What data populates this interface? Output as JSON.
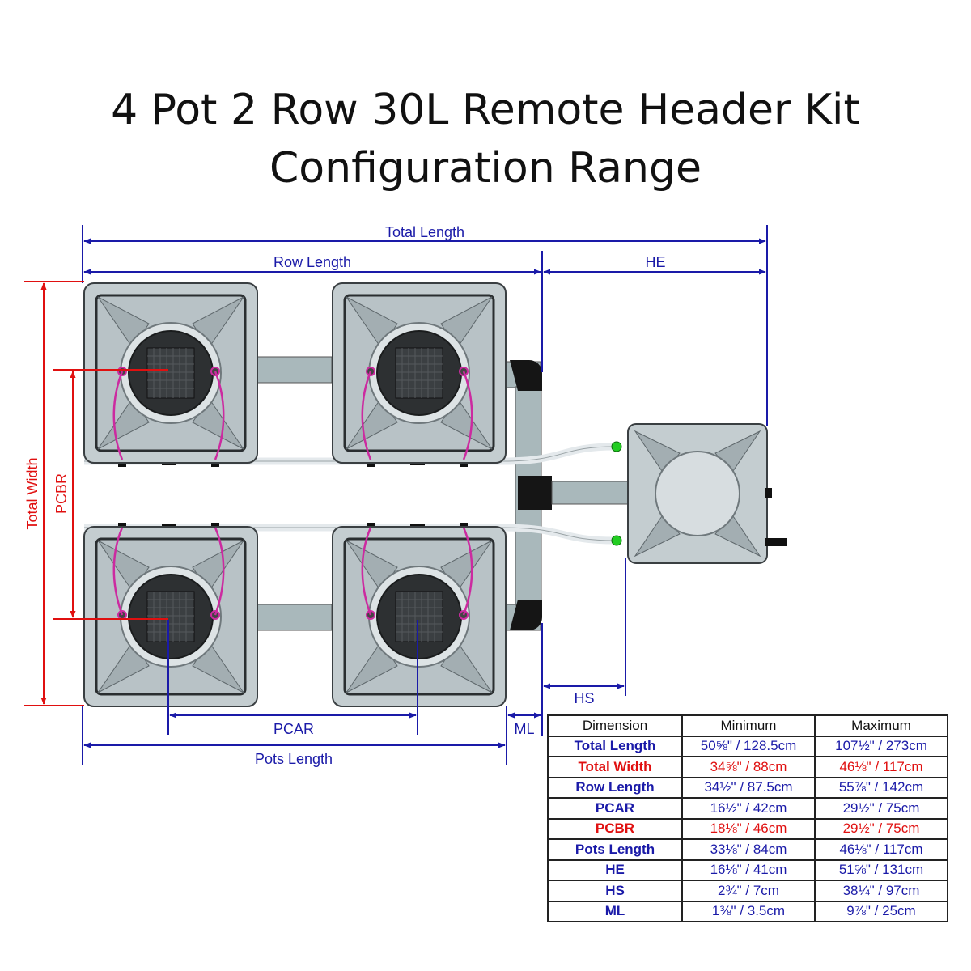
{
  "title": {
    "line1": "4 Pot 2 Row 30L Remote Header Kit",
    "line2": "Configuration Range"
  },
  "labels": {
    "total_length": "Total Length",
    "row_length": "Row Length",
    "he": "HE",
    "total_width": "Total Width",
    "pcbr": "PCBR",
    "hs": "HS",
    "pcar": "PCAR",
    "ml": "ML",
    "pots_length": "Pots Length"
  },
  "colors": {
    "blue": "#1a1aa8",
    "red": "#e01010",
    "magenta": "#cc2aa0",
    "pot": "#c4cdd0",
    "pipe": "#a9b8bb",
    "black": "#111111"
  },
  "table": {
    "headers": [
      "Dimension",
      "Minimum",
      "Maximum"
    ],
    "rows": [
      {
        "name": "Total Length",
        "min": "50⅝\" / 128.5cm",
        "max": "107½\" / 273cm",
        "color": "#1a1aa8"
      },
      {
        "name": "Total Width",
        "min": "34⅝\" / 88cm",
        "max": "46⅛\" / 117cm",
        "color": "#e01010"
      },
      {
        "name": "Row Length",
        "min": "34½\" / 87.5cm",
        "max": "55⅞\" / 142cm",
        "color": "#1a1aa8"
      },
      {
        "name": "PCAR",
        "min": "16½\" / 42cm",
        "max": "29½\" / 75cm",
        "color": "#1a1aa8"
      },
      {
        "name": "PCBR",
        "min": "18⅛\" / 46cm",
        "max": "29½\" / 75cm",
        "color": "#e01010"
      },
      {
        "name": "Pots Length",
        "min": "33⅛\" / 84cm",
        "max": "46⅛\" / 117cm",
        "color": "#1a1aa8"
      },
      {
        "name": "HE",
        "min": "16⅛\" / 41cm",
        "max": "51⅝\" / 131cm",
        "color": "#1a1aa8"
      },
      {
        "name": "HS",
        "min": "2¾\" / 7cm",
        "max": "38¼\" / 97cm",
        "color": "#1a1aa8"
      },
      {
        "name": "ML",
        "min": "1⅜\" / 3.5cm",
        "max": "9⅞\" / 25cm",
        "color": "#1a1aa8"
      }
    ]
  }
}
